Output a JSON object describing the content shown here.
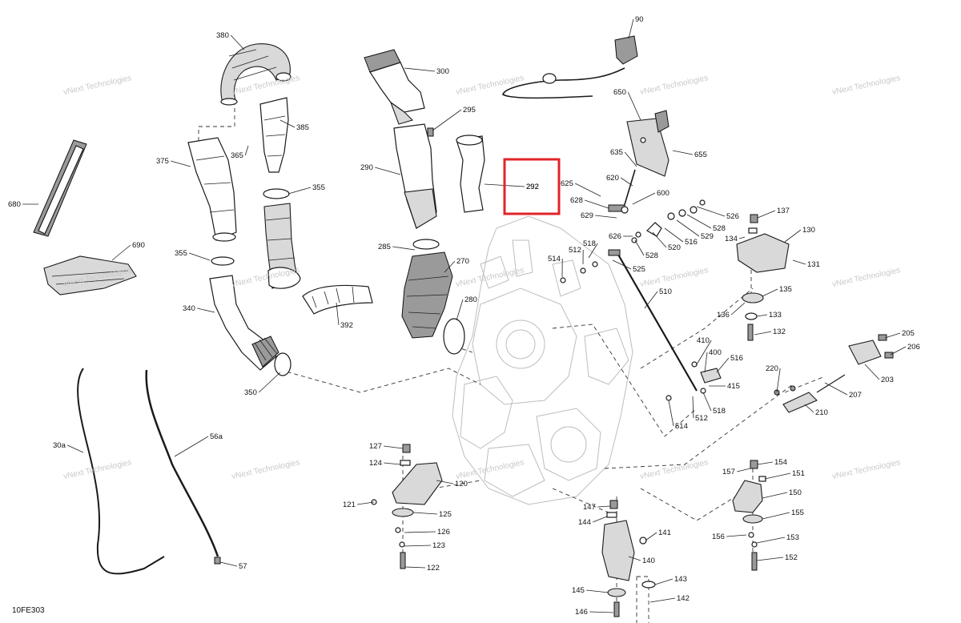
{
  "diagram_code": "10FE303",
  "watermark": "vNext Technologies",
  "highlight_color": "#e0242a",
  "callouts": [
    "90",
    "380",
    "300",
    "650",
    "385",
    "295",
    "365",
    "375",
    "655",
    "635",
    "290",
    "355",
    "620",
    "625",
    "292",
    "600",
    "628",
    "680",
    "526",
    "629",
    "137",
    "528",
    "626",
    "130",
    "690",
    "529",
    "518",
    "516",
    "134",
    "512",
    "520",
    "528",
    "514",
    "131",
    "355",
    "285",
    "525",
    "270",
    "510",
    "340",
    "135",
    "280",
    "136",
    "133",
    "392",
    "132",
    "410",
    "205",
    "400",
    "206",
    "516",
    "350",
    "415",
    "203",
    "220",
    "207",
    "518",
    "512",
    "514",
    "210",
    "30a",
    "56a",
    "127",
    "124",
    "154",
    "157",
    "120",
    "151",
    "121",
    "150",
    "125",
    "147",
    "155",
    "144",
    "141",
    "126",
    "156",
    "153",
    "123",
    "140",
    "152",
    "122",
    "143",
    "145",
    "142",
    "57",
    "146",
    "292"
  ]
}
